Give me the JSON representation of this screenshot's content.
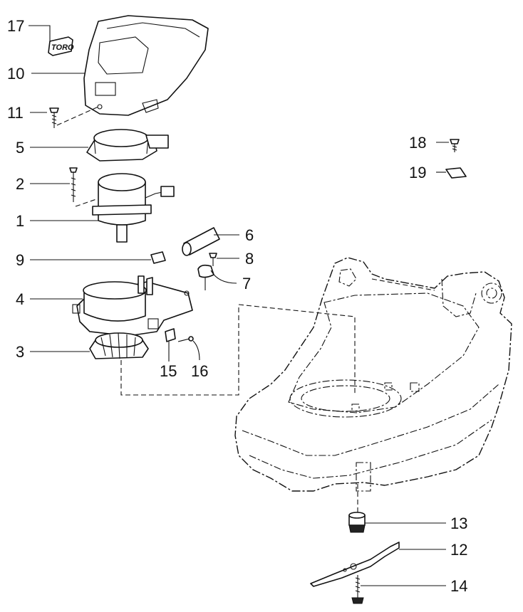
{
  "callouts": [
    {
      "num": "17",
      "part": "logo-decal"
    },
    {
      "num": "10",
      "part": "motor-cover"
    },
    {
      "num": "11",
      "part": "cover-screw"
    },
    {
      "num": "5",
      "part": "motor-cap"
    },
    {
      "num": "2",
      "part": "motor-bolt"
    },
    {
      "num": "1",
      "part": "motor"
    },
    {
      "num": "6",
      "part": "capacitor"
    },
    {
      "num": "8",
      "part": "clip-screw"
    },
    {
      "num": "9",
      "part": "small-switch"
    },
    {
      "num": "7",
      "part": "clamp"
    },
    {
      "num": "4",
      "part": "fan-housing"
    },
    {
      "num": "3",
      "part": "fan"
    },
    {
      "num": "15",
      "part": "terminal"
    },
    {
      "num": "16",
      "part": "terminal-screw"
    },
    {
      "num": "18",
      "part": "screw"
    },
    {
      "num": "19",
      "part": "label"
    },
    {
      "num": "13",
      "part": "blade-adapter"
    },
    {
      "num": "12",
      "part": "blade"
    },
    {
      "num": "14",
      "part": "blade-bolt"
    }
  ],
  "logo_text": "TORO"
}
